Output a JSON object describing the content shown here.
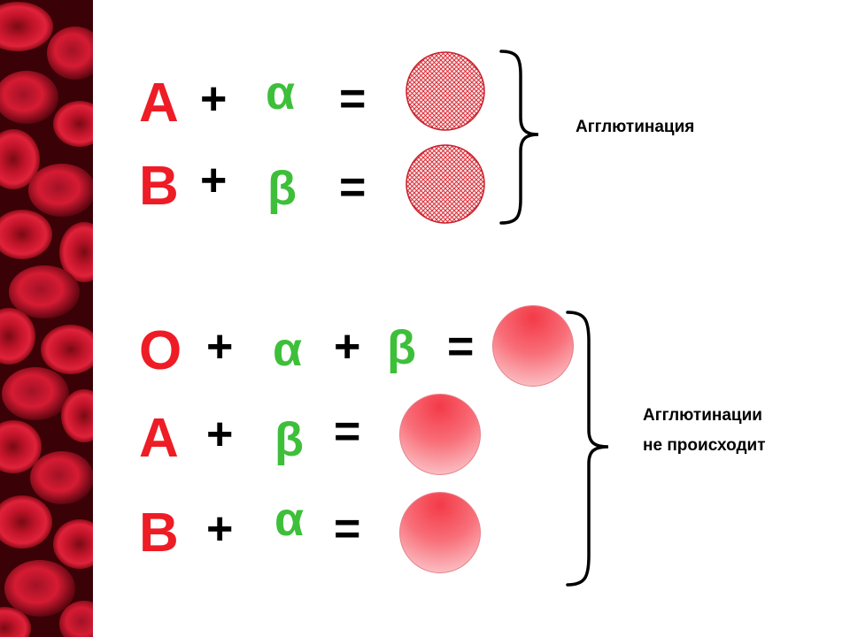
{
  "colors": {
    "letter": "#ee1c25",
    "greek": "#3dbf3a",
    "operator": "#000000",
    "agglutinated_cell": "#d9202a",
    "normal_cell": "#f45a64"
  },
  "sidebar": {
    "background_image": "red-blood-cells-photo"
  },
  "groups": {
    "agglutination": {
      "rows": [
        {
          "antigen": "A",
          "plus": "+",
          "antibody": "α",
          "equals": "=",
          "result": "agglutinated-cell"
        },
        {
          "antigen": "B",
          "plus": "+",
          "antibody": "β",
          "equals": "=",
          "result": "agglutinated-cell"
        }
      ],
      "label": "Агглютинация"
    },
    "no_agglutination": {
      "rows": [
        {
          "antigen": "O",
          "plus1": "+",
          "antibody1": "α",
          "plus2": "+",
          "antibody2": "β",
          "equals": "=",
          "result": "normal-cell"
        },
        {
          "antigen": "A",
          "plus": "+",
          "antibody": "β",
          "equals": "=",
          "result": "normal-cell"
        },
        {
          "antigen": "B",
          "plus": "+",
          "antibody": "α",
          "equals": "=",
          "result": "normal-cell"
        }
      ],
      "label_line1": "Агглютинации",
      "label_line2": "не происходит"
    }
  }
}
